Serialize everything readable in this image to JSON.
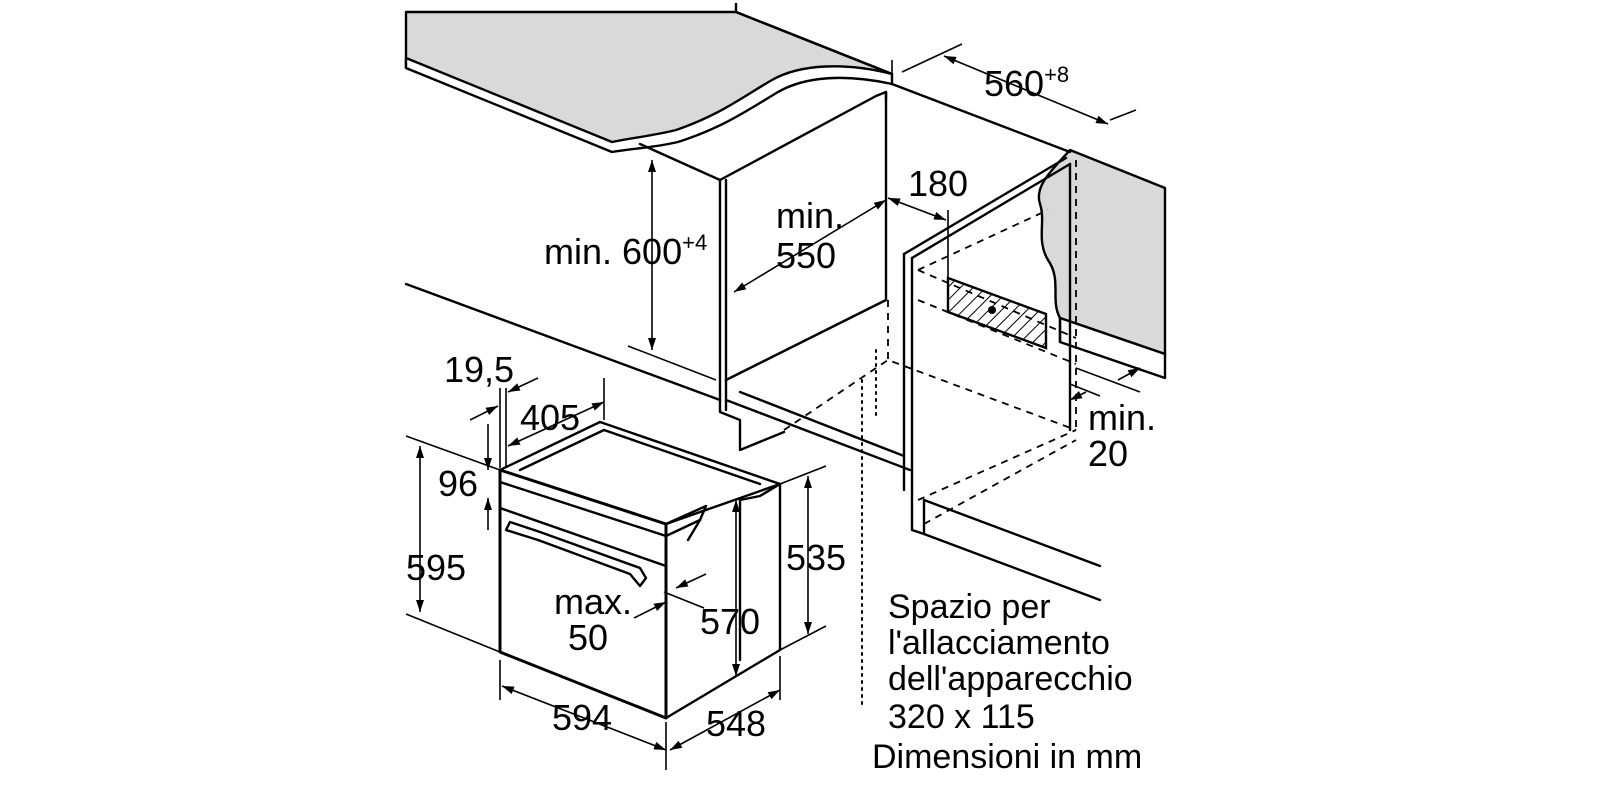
{
  "dimensions": {
    "niche_width": {
      "value": "560",
      "tolerance": "+8"
    },
    "niche_height": {
      "prefix": "min.",
      "value": "600",
      "tolerance": "+4"
    },
    "niche_depth": {
      "line1": "min.",
      "line2": "550"
    },
    "connection_offset": "180",
    "rear_gap": {
      "line1": "min.",
      "line2": "20"
    },
    "front_panel_thickness": "19,5",
    "oven_top_depth": "405",
    "oven_top_offset": "96",
    "oven_height": "595",
    "oven_body_height_side": "535",
    "oven_body_height_front": "570",
    "door_projection": {
      "line1": "max.",
      "line2": "50"
    },
    "oven_width": "594",
    "oven_depth": "548"
  },
  "notes": {
    "connection_space": {
      "line1": "Spazio per",
      "line2": "l'allacciamento",
      "line3": "dell'apparecchio",
      "line4": "320 x 115"
    },
    "units": "Dimensioni in mm"
  },
  "colors": {
    "countertop": "#d9d9d9",
    "lines": "#000000",
    "background": "#ffffff"
  },
  "icons": {
    "connection_area": "hatched-rectangle",
    "dimension_ends": "arrowheads"
  }
}
